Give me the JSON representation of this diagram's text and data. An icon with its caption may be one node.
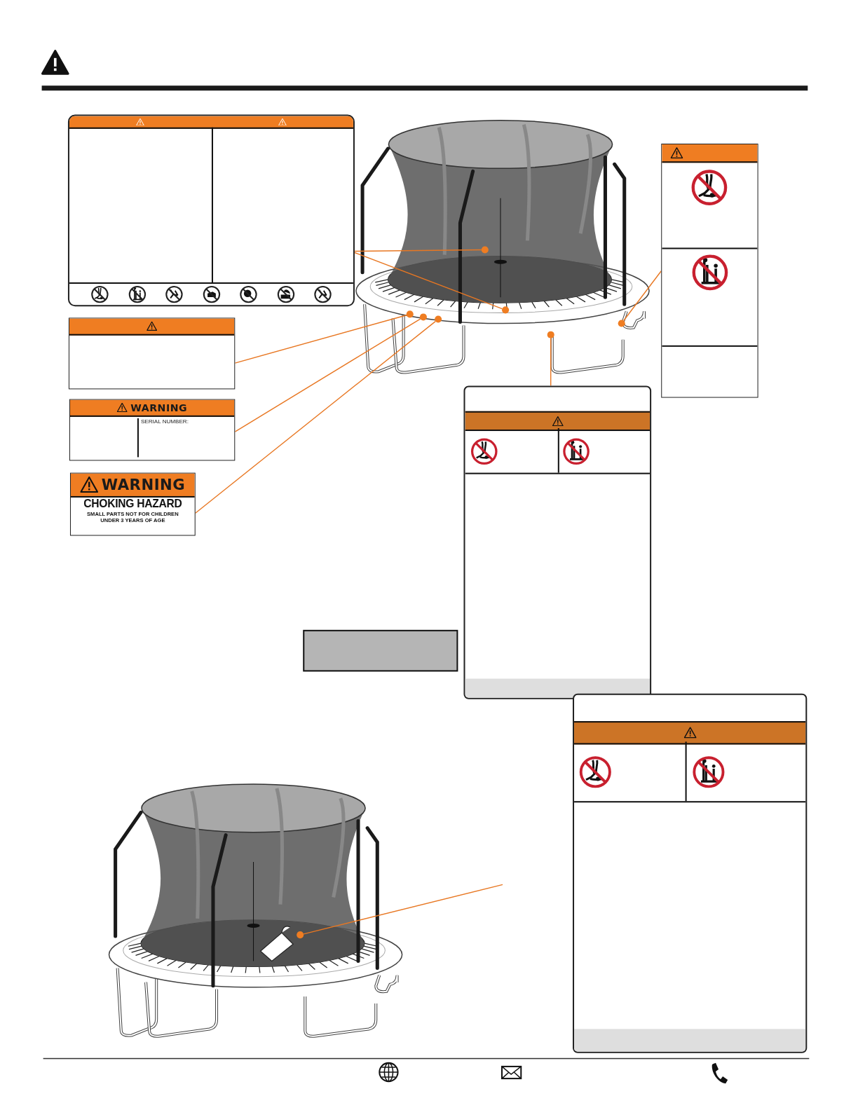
{
  "diagram": {
    "nodes": [
      {
        "text": [],
        "shape": "box"
      },
      {
        "text": [],
        "shape": "box"
      },
      {
        "text": [
          "WARNING",
          "SERIAL NUMBER:"
        ]
      },
      {
        "text": [
          "WARNING",
          "CHOKING HAZARD",
          "SMALL PARTS NOT FOR CHILDREN UNDER 3 YEARS OF AGE"
        ]
      },
      {
        "text": [],
        "shape": "box"
      },
      {
        "text": [],
        "shape": "box"
      },
      {
        "text": [],
        "shape": "box"
      },
      {
        "text": [],
        "shape": "circle"
      },
      {
        "text": [],
        "shape": "circle"
      },
      {
        "text": [],
        "shape": "circle"
      },
      {
        "text": [],
        "shape": "circle"
      },
      {
        "text": [],
        "shape": "circle"
      },
      {
        "text": [],
        "shape": "circle"
      },
      {
        "text": [],
        "shape": "circle"
      },
      {
        "text": [],
        "shape": "circle"
      }
    ],
    "edges": [
      {
        "from": 0,
        "to": 7,
        "arrow": "none"
      },
      {
        "from": 0,
        "to": 8,
        "arrow": "none"
      },
      {
        "from": 1,
        "to": 9,
        "arrow": "none"
      },
      {
        "from": 2,
        "to": 10,
        "arrow": "none"
      },
      {
        "from": 3,
        "to": 11,
        "arrow": "none"
      },
      {
        "from": 4,
        "to": 12,
        "arrow": "none"
      },
      {
        "from": 5,
        "to": 13,
        "arrow": "none"
      },
      {
        "from": 14,
        "to": null,
        "arrow": "none"
      }
    ]
  }
}
